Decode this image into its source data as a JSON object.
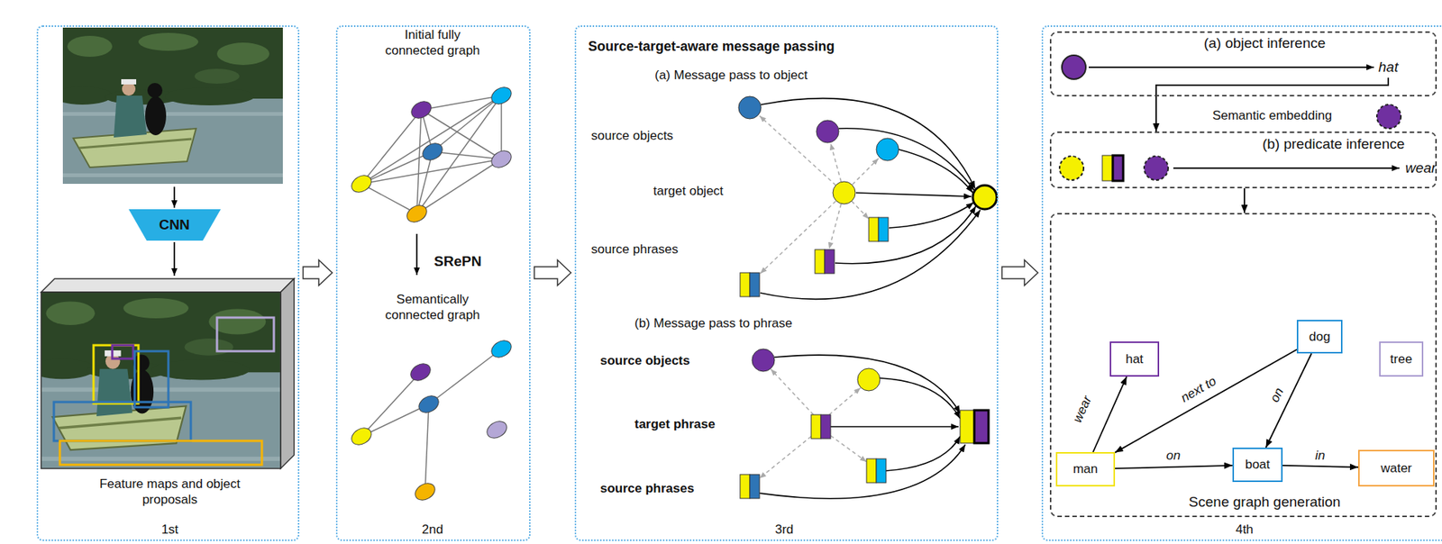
{
  "diagram": {
    "nodes": [
      {
        "text": [
          "Feature maps and object proposals",
          "1st"
        ]
      },
      {
        "text": [
          "CNN"
        ],
        "in": 0
      },
      {
        "text": [
          "Initial fully connected graph",
          "SRePN",
          "Semantically connected graph",
          "2nd"
        ]
      },
      {
        "text": [
          "Source-target-aware message passing",
          "(a) Message pass to object",
          "source objects",
          "target object",
          "source phrases",
          "(b) Message pass to phrase",
          "source objects",
          "target phrase",
          "source phrases",
          "3rd"
        ]
      },
      {
        "text": [
          "4th"
        ]
      },
      {
        "text": [
          "(a) object inference",
          "hat"
        ],
        "in": 4
      },
      {
        "text": [
          "(b) predicate inference",
          "wear"
        ],
        "in": 4
      },
      {
        "text": [
          "Scene graph generation"
        ],
        "in": 4
      },
      {
        "text": [
          "hat"
        ],
        "in": 7
      },
      {
        "text": [
          "dog"
        ],
        "in": 7
      },
      {
        "text": [
          "tree"
        ],
        "in": 7
      },
      {
        "text": [
          "man"
        ],
        "in": 7
      },
      {
        "text": [
          "boat"
        ],
        "in": 7
      },
      {
        "text": [
          "water"
        ],
        "in": 7
      }
    ],
    "edges": [
      {
        "from": 0,
        "to": 2,
        "arrow": "to"
      },
      {
        "from": 2,
        "to": 3,
        "arrow": "to"
      },
      {
        "from": 3,
        "to": 4,
        "arrow": "to"
      },
      {
        "from": 5,
        "to": 6,
        "arrow": "to"
      },
      {
        "from": 6,
        "to": 7,
        "arrow": "to"
      },
      {
        "from": 11,
        "to": 8,
        "label": "wear",
        "arrow": "to"
      },
      {
        "from": 9,
        "to": 11,
        "label": "next to",
        "arrow": "to"
      },
      {
        "from": 9,
        "to": 12,
        "label": "on",
        "arrow": "to"
      },
      {
        "from": 11,
        "to": 12,
        "label": "on",
        "arrow": "to"
      },
      {
        "from": 12,
        "to": 13,
        "label": "in",
        "arrow": "to"
      }
    ],
    "labels": [
      "Semantic embedding"
    ]
  }
}
